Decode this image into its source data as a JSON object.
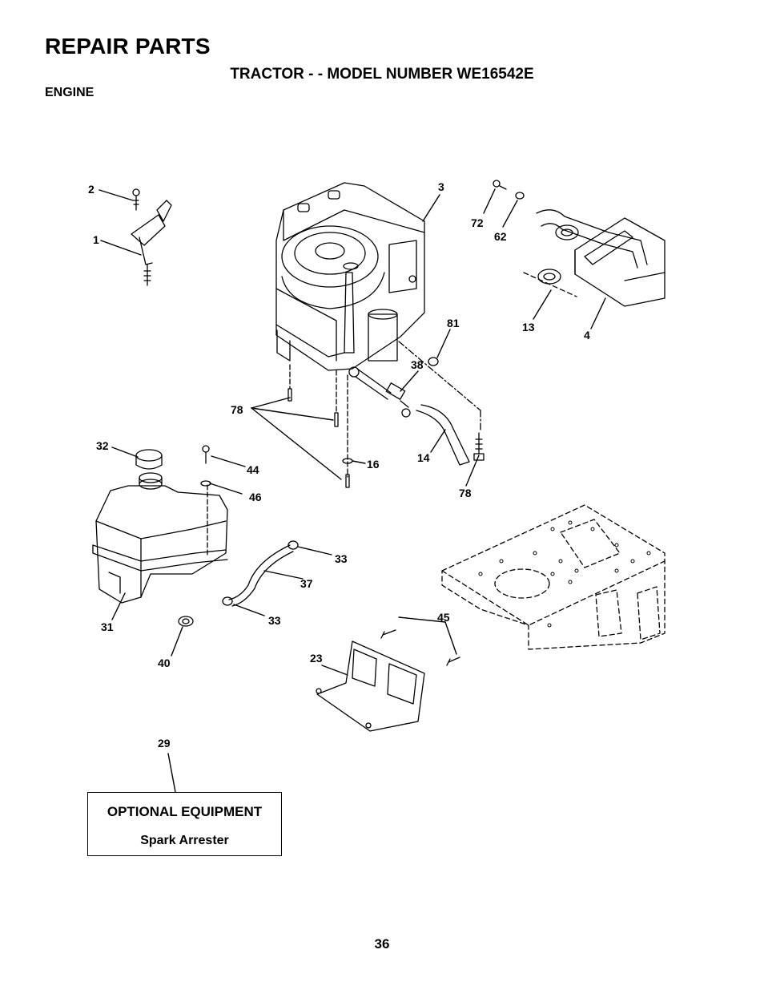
{
  "header": {
    "title": "REPAIR PARTS",
    "subtitle": "TRACTOR - - MODEL NUMBER WE16542E",
    "section": "ENGINE"
  },
  "callouts": [
    "1",
    "2",
    "3",
    "72",
    "62",
    "13",
    "4",
    "81",
    "38",
    "78",
    "32",
    "44",
    "46",
    "16",
    "14",
    "78",
    "33",
    "37",
    "33",
    "31",
    "40",
    "45",
    "23",
    "29"
  ],
  "optional_box": {
    "heading": "OPTIONAL EQUIPMENT",
    "item": "Spark Arrester"
  },
  "page_number": "36"
}
